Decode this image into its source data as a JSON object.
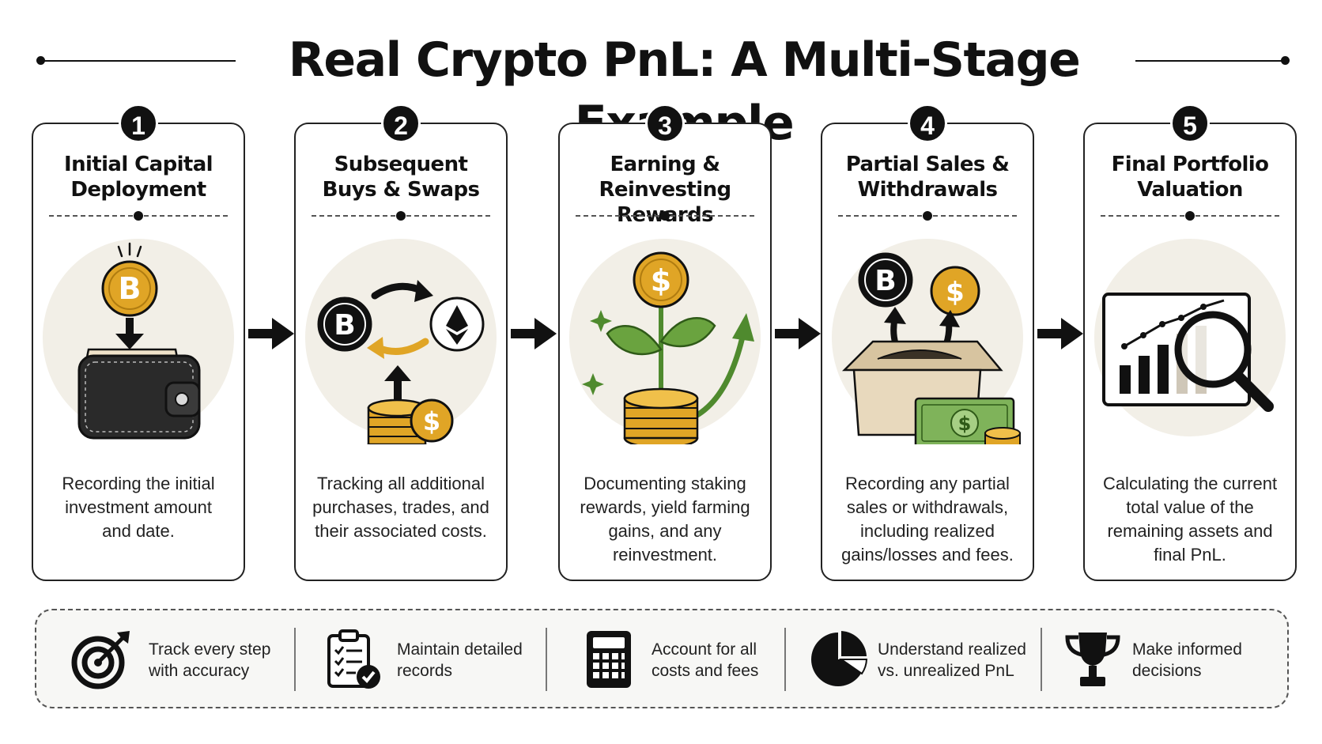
{
  "title": "Real Crypto PnL: A Multi-Stage Example",
  "stages": [
    {
      "number": "1",
      "title_line1": "Initial Capital",
      "title_line2": "Deployment",
      "desc_line1": "Recording the initial",
      "desc_line2": "investment amount",
      "desc_line3": "and date.",
      "desc_line4": ""
    },
    {
      "number": "2",
      "title_line1": "Subsequent",
      "title_line2": "Buys & Swaps",
      "desc_line1": "Tracking all additional",
      "desc_line2": "purchases, trades, and",
      "desc_line3": "their associated costs.",
      "desc_line4": ""
    },
    {
      "number": "3",
      "title_line1": "Earning &",
      "title_line2": "Reinvesting Rewards",
      "desc_line1": "Documenting staking",
      "desc_line2": "rewards, yield farming",
      "desc_line3": "gains, and any",
      "desc_line4": "reinvestment."
    },
    {
      "number": "4",
      "title_line1": "Partial Sales &",
      "title_line2": "Withdrawals",
      "desc_line1": "Recording any partial",
      "desc_line2": "sales or withdrawals,",
      "desc_line3": "including realized",
      "desc_line4": "gains/losses and fees."
    },
    {
      "number": "5",
      "title_line1": "Final Portfolio",
      "title_line2": "Valuation",
      "desc_line1": "Calculating the current",
      "desc_line2": "total value of the",
      "desc_line3": "remaining assets and",
      "desc_line4": "final PnL."
    }
  ],
  "footer": [
    {
      "icon": "target-icon",
      "line1": "Track every step",
      "line2": "with accuracy"
    },
    {
      "icon": "clipboard-checklist-icon",
      "line1": "Maintain detailed",
      "line2": "records"
    },
    {
      "icon": "calculator-icon",
      "line1": "Account for all",
      "line2": "costs and fees"
    },
    {
      "icon": "pie-chart-icon",
      "line1": "Understand realized",
      "line2": "vs. unrealized PnL"
    },
    {
      "icon": "trophy-icon",
      "line1": "Make informed",
      "line2": "decisions"
    }
  ],
  "coin_symbols": {
    "bitcoin": "B",
    "dollar": "$"
  },
  "colors": {
    "ink": "#111111",
    "gold": "#e0a526",
    "gold_dark": "#b07c10",
    "green": "#4f8a2e",
    "cash": "#7fb35a",
    "box": "#e8d9bd",
    "wallet": "#2a2a2a",
    "panel_bg": "#f2efe7"
  }
}
